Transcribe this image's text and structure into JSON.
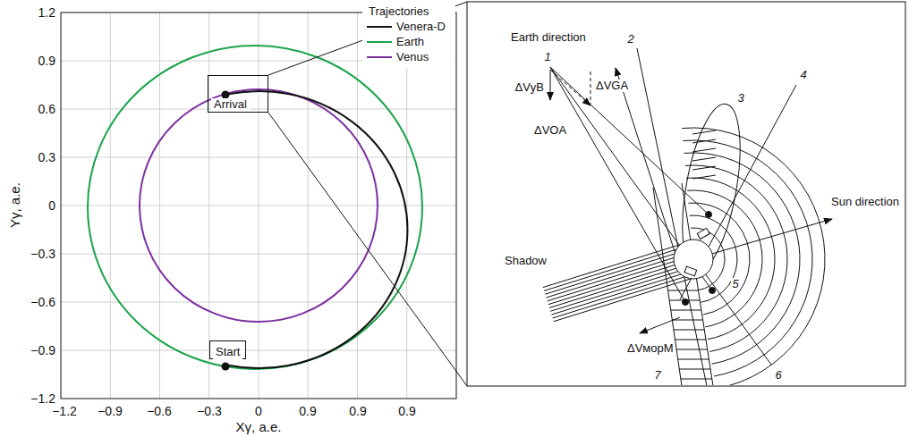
{
  "diagram": {
    "nodes": [
      {
        "text": [
          "Arrival"
        ]
      },
      {
        "text": [
          "Start"
        ]
      }
    ],
    "labels": [
      "1.2",
      "0.9",
      "0.6",
      "0.3",
      "0",
      "−0.3",
      "−0.6",
      "−0.9",
      "−1.2",
      "−1.2",
      "−0.9",
      "−0.6",
      "−0.3",
      "0",
      "0.9",
      "0.9",
      "0.9",
      "Yγ, a.e.",
      "Xγ, a.e.",
      "Trajectories",
      "Earth direction",
      "1",
      "2",
      "3",
      "4",
      "5",
      "6",
      "7",
      "ΔVуВ",
      "ΔVGA",
      "ΔVOA",
      "Sun direction",
      "Shadow",
      "ΔVморМ"
    ],
    "legend": [
      {
        "text": "Venera-D"
      },
      {
        "text": "Earth"
      },
      {
        "text": "Venus"
      }
    ]
  }
}
